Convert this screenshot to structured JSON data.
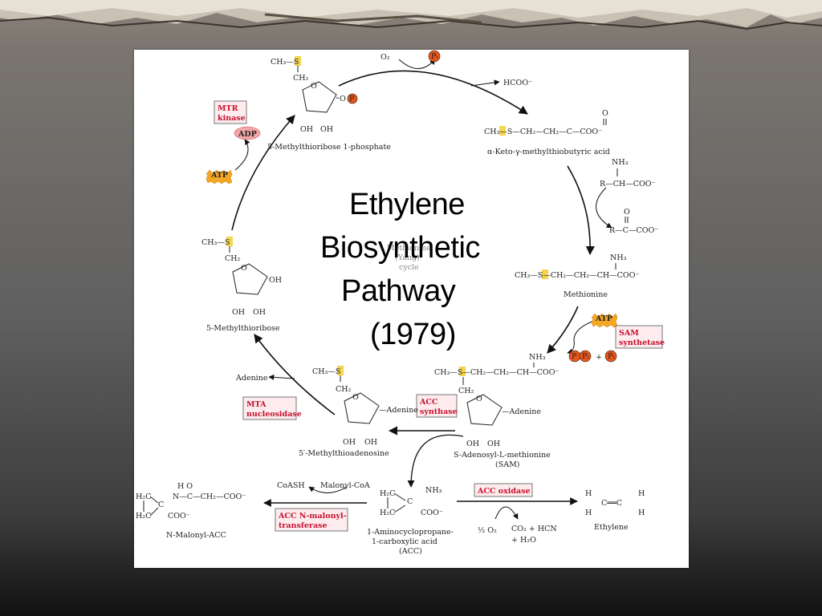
{
  "title": {
    "lines": [
      "Ethylene",
      "Biosynthetic",
      "Pathway",
      "(1979)"
    ]
  },
  "colors": {
    "enzyme_text": "#c8102e",
    "enzyme_box_fill": "#fdecee",
    "cofactor_fill": "#f5a623",
    "phosphate_fill": "#e8561b",
    "sulfur_highlight": "#f3d54e"
  },
  "compounds": {
    "mtr1p": "5-Methylthioribose 1-phosphate",
    "ketoacid": "α-Keto-γ-methylthiobutyric acid",
    "methionine": "Methionine",
    "sam_line1": "S-Adenosyl-L-methionine",
    "sam_line2": "(SAM)",
    "mta": "5′-Methylthioadenosine",
    "mtr": "5-Methylthioribose",
    "acc_line1": "1-Aminocyclopropane-",
    "acc_line2": "1-carboxylic acid",
    "acc_line3": "(ACC)",
    "malonyl_acc": "N-Malonyl-ACC",
    "ethylene": "Ethylene"
  },
  "enzymes": {
    "mtr_kinase": [
      "MTR",
      "kinase"
    ],
    "sam_synthetase": [
      "SAM",
      "synthetase"
    ],
    "acc_synthase": [
      "ACC",
      "synthase"
    ],
    "mta_nucleosidase": [
      "MTA",
      "nucleosidase"
    ],
    "acc_malonyl_transferase": [
      "ACC N-malonyl-",
      "transferase"
    ],
    "acc_oxidase": [
      "ACC oxidase"
    ]
  },
  "cofactors": {
    "atp": "ATP",
    "adp": "ADP",
    "o2": "O₂",
    "pi": "Pᵢ",
    "p": "P",
    "hcooh": "HCOO⁻",
    "adenine": "Adenine",
    "coash": "CoASH",
    "malonyl_coa": "Malonyl-CoA",
    "half_o2": "½ O₂",
    "co2_hcn": "CO₂ + HCN",
    "h2o": "+ H₂O",
    "plus": "+"
  },
  "amino_reagents": {
    "donor": "R—CH—COO⁻",
    "donor_nh3": "NH₃",
    "product": "R—C—COO⁻",
    "product_o": "O"
  },
  "center_text": {
    "line1": "Methionine",
    "line2": "(Yang)",
    "line3": "cycle"
  },
  "structures": {
    "ch3s": "CH₃—S",
    "ch2": "CH₂",
    "oh": "OH",
    "o": "O",
    "adenine_label": "—Adenine",
    "keto_chain": "CH₃—S—CH₂—CH₂—C—COO⁻",
    "met_chain": "CH₃—S—CH₂—CH₂—CH—COO⁻",
    "sam_chain": "CH₃—S—CH₂—CH₂—CH—COO⁻",
    "nh3plus": "NH₃",
    "coo": "COO⁻",
    "h2c": "H₂C",
    "c": "C",
    "malonyl_group": "H   O",
    "malonyl_chain": "N—C—CH₂—COO⁻",
    "ethylene_h": "H",
    "ethylene_cc": "C══C"
  }
}
